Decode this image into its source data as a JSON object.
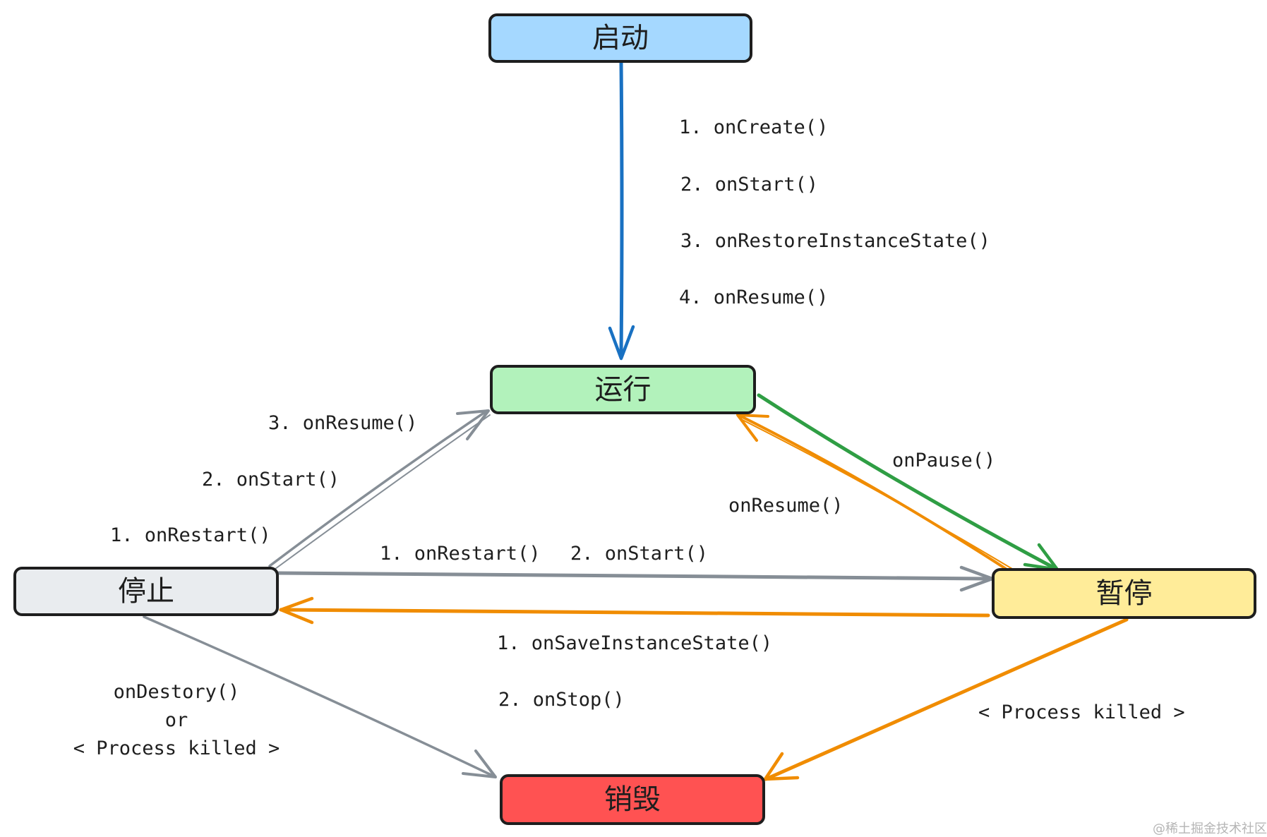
{
  "states": {
    "launch": {
      "label": "启动",
      "fill": "#a5d8ff"
    },
    "running": {
      "label": "运行",
      "fill": "#b2f2bb"
    },
    "paused": {
      "label": "暂停",
      "fill": "#ffec99"
    },
    "stopped": {
      "label": "停止",
      "fill": "#e9ecef"
    },
    "destroyed": {
      "label": "销毁",
      "fill": "#ff5252"
    }
  },
  "edges": {
    "launch_to_running": {
      "color": "#1971c2",
      "steps": [
        "1.   onCreate()",
        "2. onStart()",
        "3. onRestoreInstanceState()",
        "4. onResume()"
      ]
    },
    "running_to_paused": {
      "color": "#2f9e44",
      "label": "onPause()"
    },
    "paused_to_running": {
      "color": "#f08c00",
      "label": "onResume()"
    },
    "stopped_to_running": {
      "color": "#868e96",
      "steps": [
        "3. onResume()",
        "2. onStart()",
        "1. onRestart()"
      ]
    },
    "stopped_to_paused": {
      "color": "#868e96",
      "steps": [
        "1. onRestart()",
        "2. onStart()"
      ]
    },
    "paused_to_stopped": {
      "color": "#f08c00",
      "steps": [
        "1. onSaveInstanceState()",
        "2. onStop()"
      ]
    },
    "paused_to_destroyed": {
      "color": "#f08c00",
      "label": "< Process killed >"
    },
    "stopped_to_destroyed": {
      "color": "#868e96",
      "lines": [
        "onDestory()",
        "or",
        "< Process killed >"
      ]
    }
  },
  "watermark": "@稀土掘金技术社区"
}
